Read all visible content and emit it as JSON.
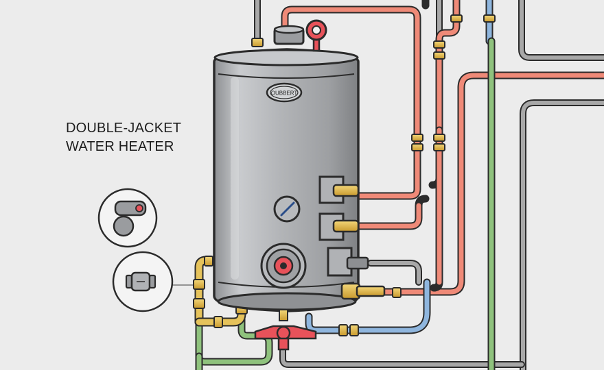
{
  "title_lines": [
    "DOUBLE-JACKET",
    "WATER HEATER"
  ],
  "brand_badge": "OUBBERT",
  "colors": {
    "background": "#ececec",
    "hot_pipe": "#ef8a78",
    "cold_pipe": "#8fb6de",
    "green_pipe": "#8fc27d",
    "gray_pipe": "#9a9a9a",
    "tank": "#a9abae",
    "brass": "#e6c35b",
    "valve_red": "#e8525a"
  },
  "icons": [
    "temperature-gauge-icon",
    "burner-control-icon",
    "shutoff-valve-icon",
    "pipe-connector-icon",
    "relief-valve-icon",
    "drain-valve-icon"
  ]
}
